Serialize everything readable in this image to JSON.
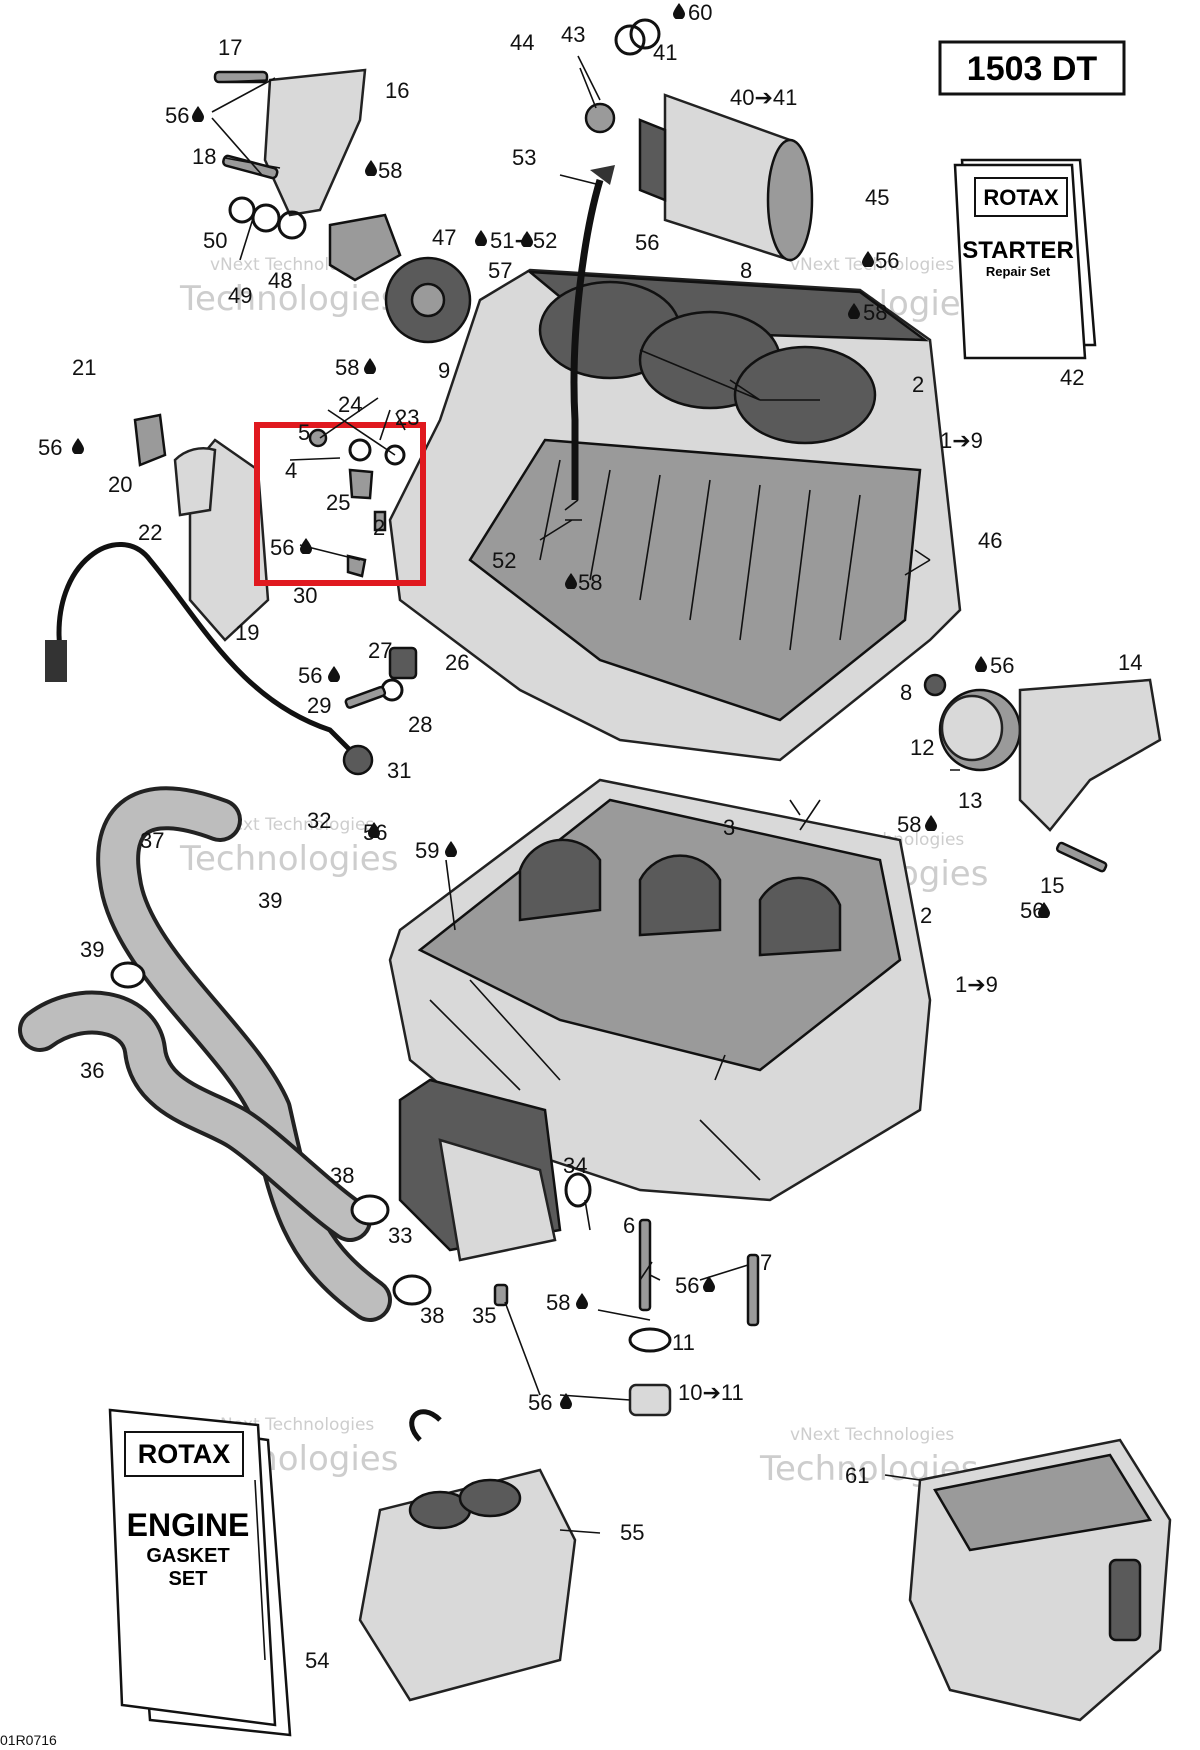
{
  "model_badge": "1503 DT",
  "figure_code": "01R0716",
  "watermark": {
    "line1": "vNext Technologies",
    "line2": "Technologies"
  },
  "kits": {
    "starter": {
      "brand": "ROTAX",
      "title": "STARTER",
      "subtitle": "Repair Set",
      "ref": "42"
    },
    "engine": {
      "brand": "ROTAX",
      "line1": "ENGINE",
      "line2": "GASKET",
      "line3": "SET",
      "ref": "54"
    }
  },
  "highlight_color": "#e0191f",
  "callouts": [
    {
      "id": "c17",
      "text": "17"
    },
    {
      "id": "c16",
      "text": "16"
    },
    {
      "id": "c56a",
      "text": "56"
    },
    {
      "id": "c18",
      "text": "18"
    },
    {
      "id": "c58a",
      "text": "58"
    },
    {
      "id": "c50",
      "text": "50"
    },
    {
      "id": "c48",
      "text": "48"
    },
    {
      "id": "c49",
      "text": "49"
    },
    {
      "id": "c47",
      "text": "47"
    },
    {
      "id": "c57",
      "text": "57"
    },
    {
      "id": "c9",
      "text": "9"
    },
    {
      "id": "c44",
      "text": "44"
    },
    {
      "id": "c43",
      "text": "43"
    },
    {
      "id": "c60",
      "text": "60"
    },
    {
      "id": "c41",
      "text": "41"
    },
    {
      "id": "c4041",
      "text": "40➔41"
    },
    {
      "id": "c53",
      "text": "53"
    },
    {
      "id": "c45",
      "text": "45"
    },
    {
      "id": "c5152",
      "text": "51➔52"
    },
    {
      "id": "c56b",
      "text": "56"
    },
    {
      "id": "c8a",
      "text": "8"
    },
    {
      "id": "c56c",
      "text": "56"
    },
    {
      "id": "c58b",
      "text": "58"
    },
    {
      "id": "c58c",
      "text": "58"
    },
    {
      "id": "c21",
      "text": "21"
    },
    {
      "id": "c56d",
      "text": "56"
    },
    {
      "id": "c20",
      "text": "20"
    },
    {
      "id": "c22",
      "text": "22"
    },
    {
      "id": "c24",
      "text": "24"
    },
    {
      "id": "c5",
      "text": "5"
    },
    {
      "id": "c23",
      "text": "23"
    },
    {
      "id": "c4",
      "text": "4"
    },
    {
      "id": "c25",
      "text": "25"
    },
    {
      "id": "c2a",
      "text": "2"
    },
    {
      "id": "c56e",
      "text": "56"
    },
    {
      "id": "c30",
      "text": "30"
    },
    {
      "id": "c19",
      "text": "19"
    },
    {
      "id": "c2b",
      "text": "2"
    },
    {
      "id": "c19a",
      "text": "1➔9"
    },
    {
      "id": "c46",
      "text": "46"
    },
    {
      "id": "c52",
      "text": "52"
    },
    {
      "id": "c58d",
      "text": "58"
    },
    {
      "id": "c27",
      "text": "27"
    },
    {
      "id": "c26",
      "text": "26"
    },
    {
      "id": "c56f",
      "text": "56"
    },
    {
      "id": "c29",
      "text": "29"
    },
    {
      "id": "c28",
      "text": "28"
    },
    {
      "id": "c31",
      "text": "31"
    },
    {
      "id": "c32",
      "text": "32"
    },
    {
      "id": "c56g",
      "text": "56"
    },
    {
      "id": "c8b",
      "text": "8"
    },
    {
      "id": "c56h",
      "text": "56"
    },
    {
      "id": "c14",
      "text": "14"
    },
    {
      "id": "c12",
      "text": "12"
    },
    {
      "id": "c13",
      "text": "13"
    },
    {
      "id": "c58e",
      "text": "58"
    },
    {
      "id": "c3",
      "text": "3"
    },
    {
      "id": "c37",
      "text": "37"
    },
    {
      "id": "c39a",
      "text": "39"
    },
    {
      "id": "c15",
      "text": "15"
    },
    {
      "id": "c56i",
      "text": "56"
    },
    {
      "id": "c59",
      "text": "59"
    },
    {
      "id": "c2c",
      "text": "2"
    },
    {
      "id": "c19b",
      "text": "1➔9"
    },
    {
      "id": "c39b",
      "text": "39"
    },
    {
      "id": "c36",
      "text": "36"
    },
    {
      "id": "c34",
      "text": "34"
    },
    {
      "id": "c38a",
      "text": "38"
    },
    {
      "id": "c33",
      "text": "33"
    },
    {
      "id": "c6",
      "text": "6"
    },
    {
      "id": "c7",
      "text": "7"
    },
    {
      "id": "c56j",
      "text": "56"
    },
    {
      "id": "c58f",
      "text": "58"
    },
    {
      "id": "c38b",
      "text": "38"
    },
    {
      "id": "c35",
      "text": "35"
    },
    {
      "id": "c11",
      "text": "11"
    },
    {
      "id": "c1011",
      "text": "10➔11"
    },
    {
      "id": "c56k",
      "text": "56"
    },
    {
      "id": "c55",
      "text": "55"
    },
    {
      "id": "c61",
      "text": "61"
    }
  ]
}
